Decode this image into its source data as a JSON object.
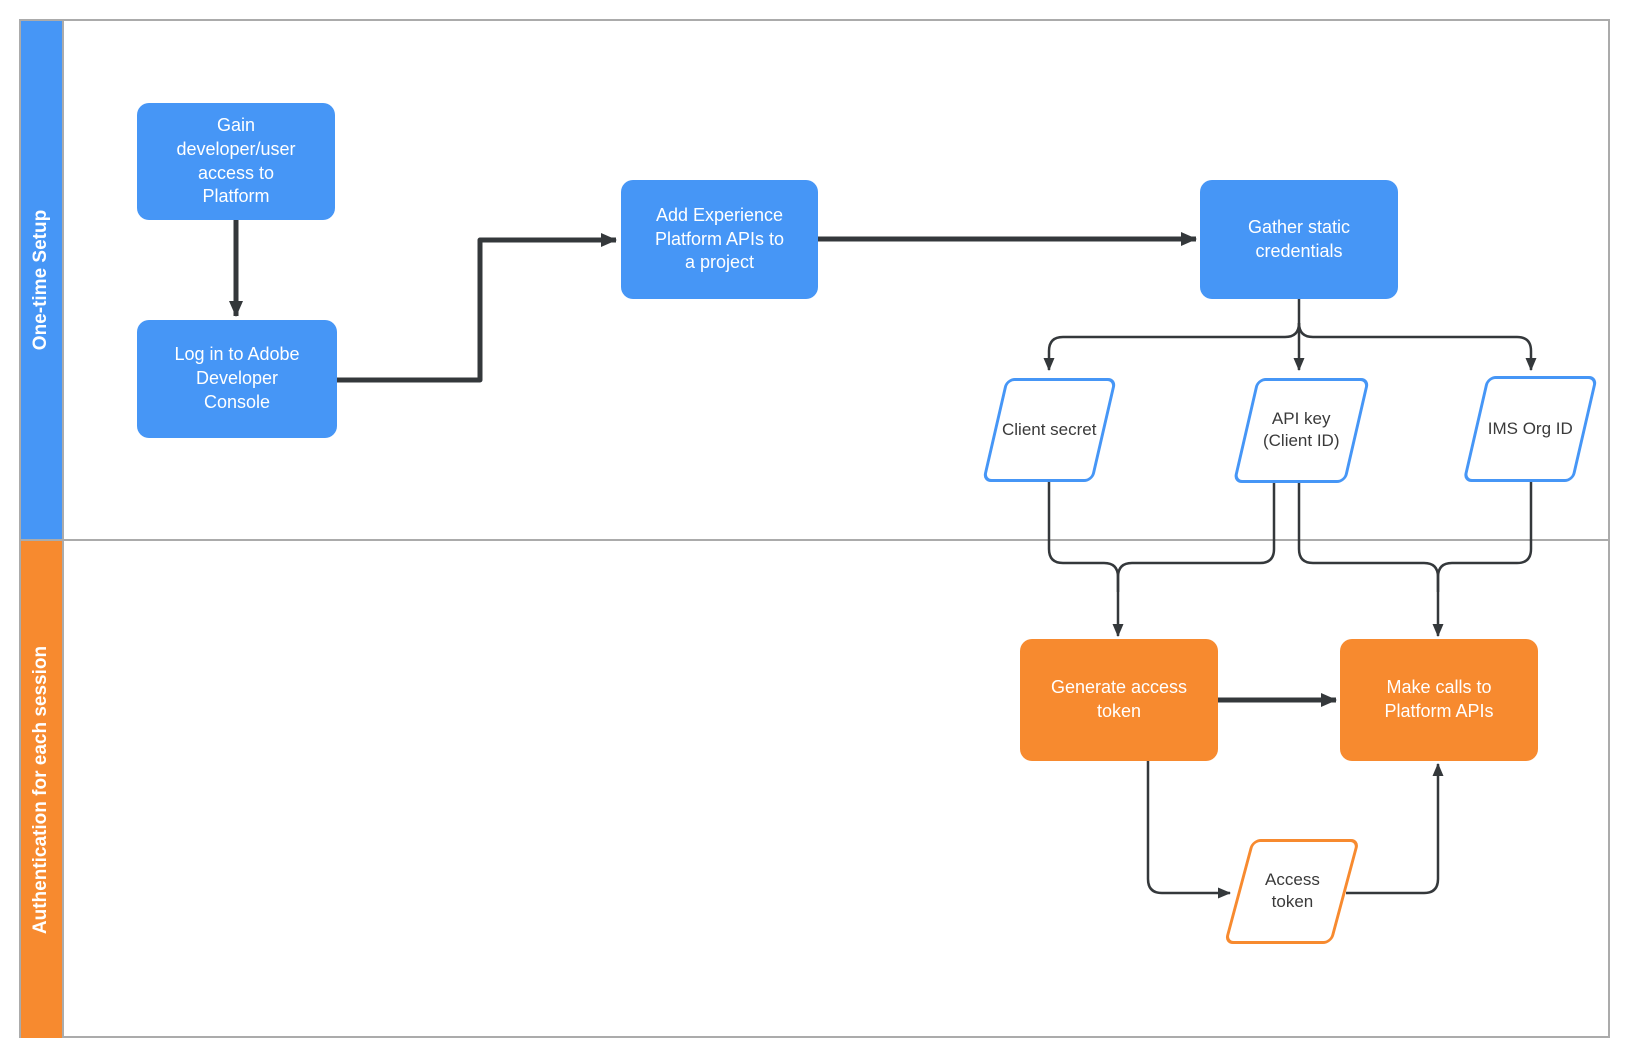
{
  "colors": {
    "process_blue": "#4696F6",
    "process_orange": "#F78A2F",
    "connector": "#34383B",
    "frame_gray": "#ABABAB",
    "data_text": "#3A3A3A"
  },
  "lanes": {
    "setup": {
      "label": "One-time Setup"
    },
    "auth": {
      "label": "Authentication for each session"
    }
  },
  "nodes": {
    "gain_access": {
      "label": "Gain\ndeveloper/user\naccess to\nPlatform"
    },
    "login_console": {
      "label": "Log in to Adobe\nDeveloper\nConsole"
    },
    "add_apis": {
      "label": "Add Experience\nPlatform APIs to\na project"
    },
    "gather_credentials": {
      "label": "Gather static\ncredentials"
    },
    "client_secret": {
      "label": "Client secret"
    },
    "api_key": {
      "label": "API key\n(Client ID)"
    },
    "ims_org_id": {
      "label": "IMS Org ID"
    },
    "generate_token": {
      "label": "Generate access\ntoken"
    },
    "make_calls": {
      "label": "Make calls to\nPlatform APIs"
    },
    "access_token": {
      "label": "Access\ntoken"
    }
  }
}
